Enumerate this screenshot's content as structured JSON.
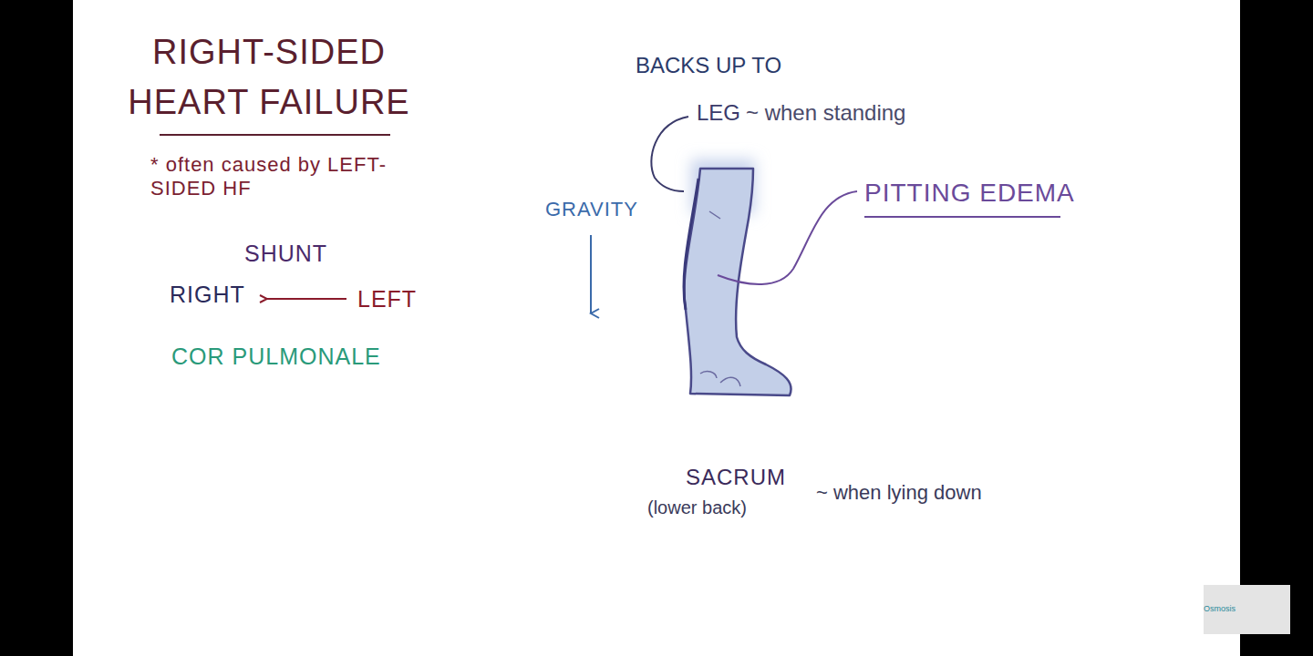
{
  "diagram": {
    "title": "RIGHT-SIDED HEART FAILURE",
    "labels": [
      "* often caused by LEFT-SIDED HF",
      "SHUNT",
      "RIGHT",
      "LEFT",
      "COR PULMONALE",
      "BACKS UP TO",
      "LEG",
      "~ when standing",
      "GRAVITY",
      "PITTING EDEMA",
      "SACRUM",
      "(lower back)",
      "~ when lying down",
      "Osmosis"
    ]
  }
}
